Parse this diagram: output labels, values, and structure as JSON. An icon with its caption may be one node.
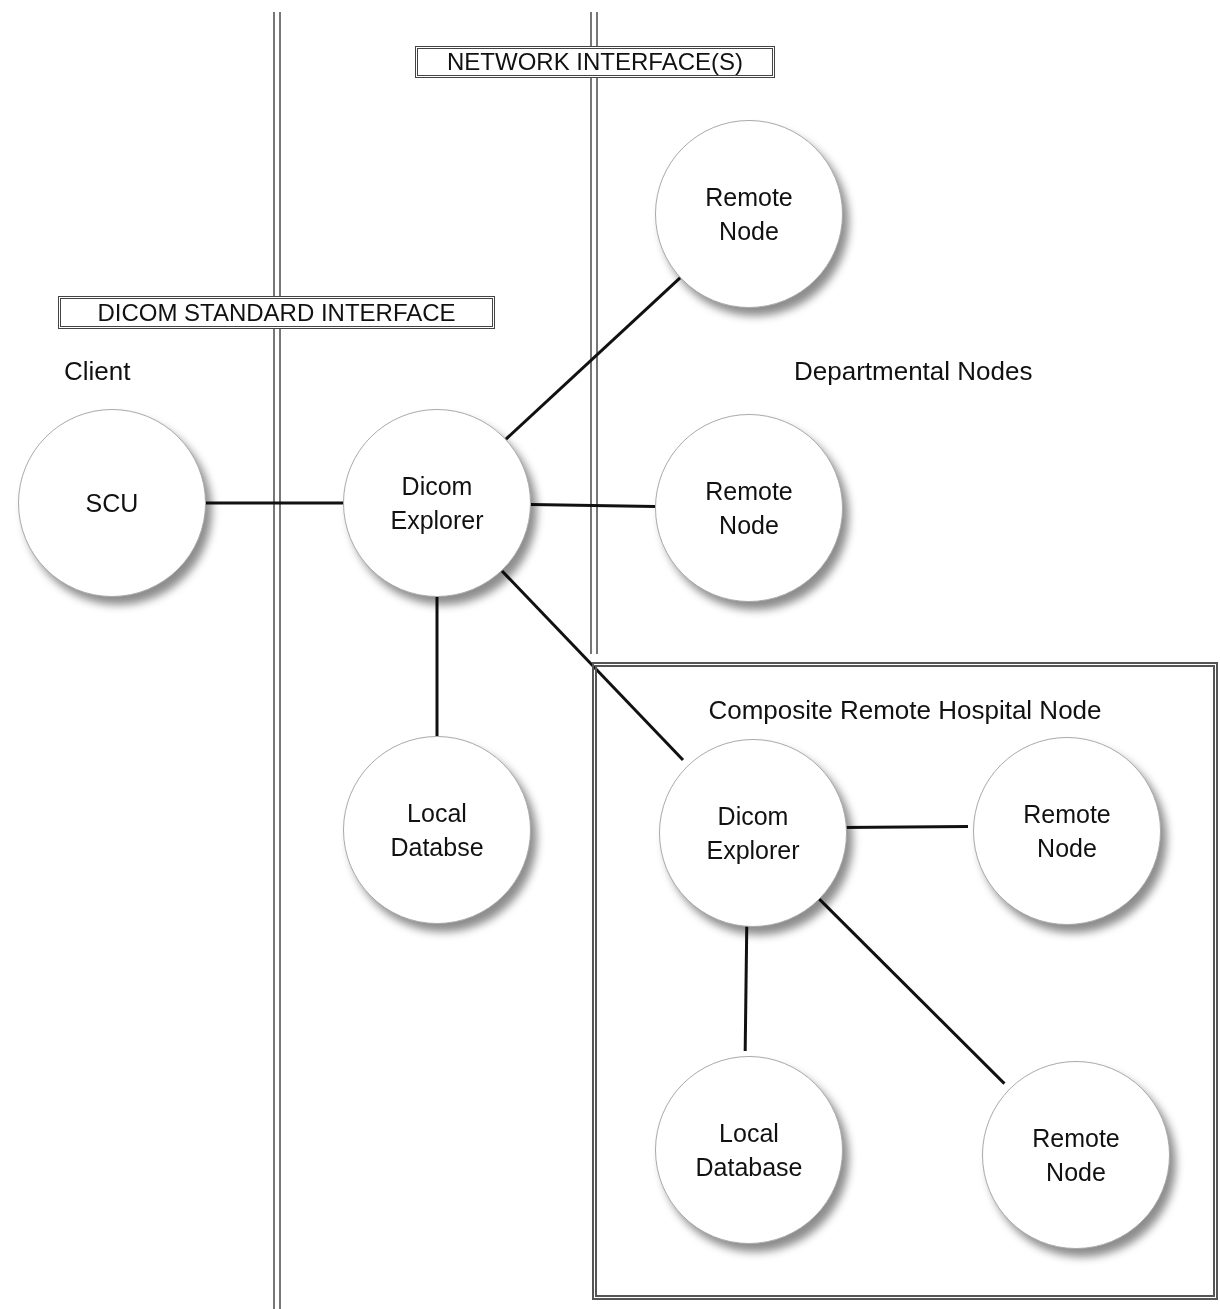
{
  "diagram": {
    "nodes": [
      {
        "text": [
          "NETWORK INTERFACE(S)"
        ]
      },
      {
        "text": [
          "Remote Node"
        ]
      },
      {
        "text": [
          "DICOM STANDARD INTERFACE"
        ]
      },
      {
        "text": [
          "SCU"
        ]
      },
      {
        "text": [
          "Dicom Explorer"
        ]
      },
      {
        "text": [
          "Remote Node"
        ]
      },
      {
        "text": [
          "Local Databse"
        ]
      },
      {
        "text": [
          "Composite Remote Hospital Node"
        ]
      },
      {
        "text": [
          "Dicom Explorer"
        ],
        "in": 7
      },
      {
        "text": [
          "Remote Node"
        ],
        "in": 7
      },
      {
        "text": [
          "Local Database"
        ],
        "in": 7
      },
      {
        "text": [
          "Remote Node"
        ],
        "in": 7
      }
    ],
    "edges": [
      {
        "from": 3,
        "to": 4,
        "arrow": "none"
      },
      {
        "from": 4,
        "to": 1,
        "arrow": "none"
      },
      {
        "from": 4,
        "to": 5,
        "arrow": "none"
      },
      {
        "from": 4,
        "to": 6,
        "arrow": "none"
      },
      {
        "from": 4,
        "to": 8,
        "arrow": "none"
      },
      {
        "from": 8,
        "to": 9,
        "arrow": "none"
      },
      {
        "from": 8,
        "to": 10,
        "arrow": "none"
      },
      {
        "from": 8,
        "to": 11,
        "arrow": "none"
      }
    ],
    "labels": [
      "Client",
      "Departmental Nodes"
    ]
  }
}
